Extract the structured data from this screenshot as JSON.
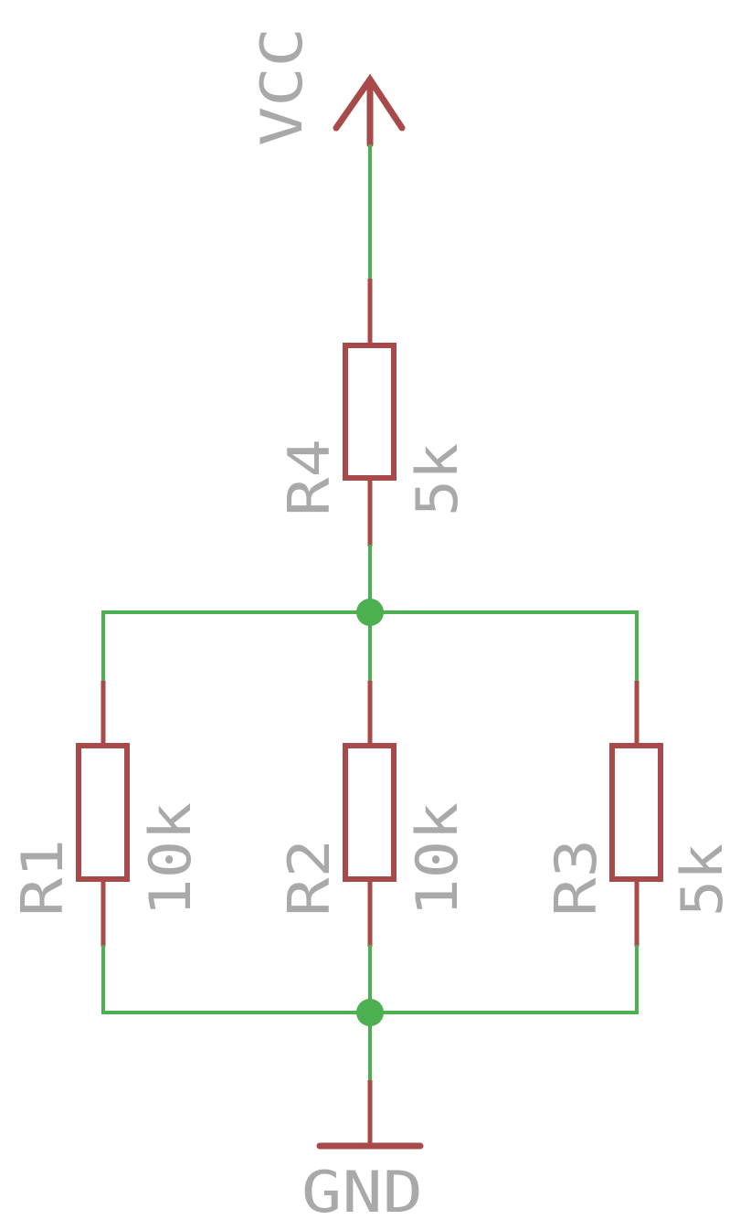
{
  "supply": {
    "label": "VCC"
  },
  "ground": {
    "label": "GND"
  },
  "resistors": [
    {
      "designator": "R4",
      "value": "5k"
    },
    {
      "designator": "R1",
      "value": "10k"
    },
    {
      "designator": "R2",
      "value": "10k"
    },
    {
      "designator": "R3",
      "value": "5k"
    }
  ],
  "colors": {
    "wire": "#4caf50",
    "component": "#a84a4a",
    "label": "#a9a9a9"
  }
}
